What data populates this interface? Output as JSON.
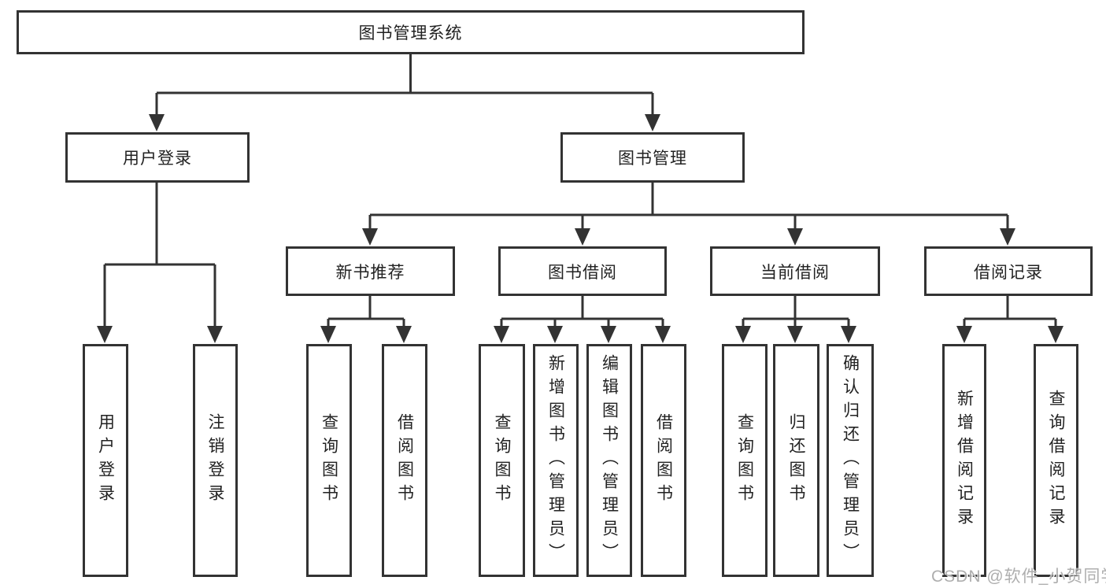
{
  "tree": {
    "root": {
      "label": "图书管理系统"
    },
    "branches": [
      {
        "label": "用户登录",
        "children": [
          {
            "label": "用户登录"
          },
          {
            "label": "注销登录"
          }
        ]
      },
      {
        "label": "图书管理",
        "children": [
          {
            "label": "新书推荐",
            "children": [
              {
                "label": "查询图书"
              },
              {
                "label": "借阅图书"
              }
            ]
          },
          {
            "label": "图书借阅",
            "children": [
              {
                "label": "查询图书"
              },
              {
                "label": "新增图书（管理员）"
              },
              {
                "label": "编辑图书（管理员）"
              },
              {
                "label": "借阅图书"
              }
            ]
          },
          {
            "label": "当前借阅",
            "children": [
              {
                "label": "查询图书"
              },
              {
                "label": "归还图书"
              },
              {
                "label": "确认归还（管理员）"
              }
            ]
          },
          {
            "label": "借阅记录",
            "children": [
              {
                "label": "新增借阅记录"
              },
              {
                "label": "查询借阅记录"
              }
            ]
          }
        ]
      }
    ]
  },
  "watermark": {
    "text": "CSDN @软件_小贺同学"
  },
  "colors": {
    "line": "#333333",
    "box_border": "#333333",
    "box_fill": "#ffffff",
    "text": "#222222",
    "background": "#ffffff",
    "watermark": "#aeaeae"
  }
}
